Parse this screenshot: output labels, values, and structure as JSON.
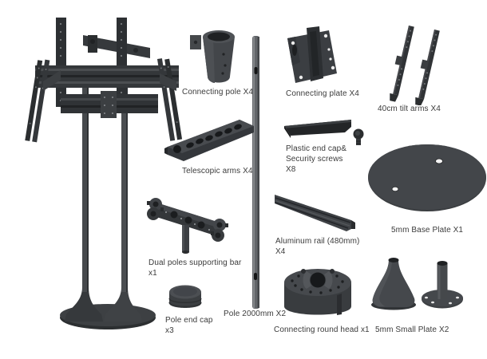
{
  "image_type": "product parts diagram",
  "colors": {
    "background": "#ffffff",
    "part_dark": "#2d3033",
    "part_mid": "#3b3e41",
    "part_light": "#54575a",
    "pole_gray": "#63666a",
    "text": "#3b3b3b"
  },
  "parts": {
    "connecting_pole": {
      "label": "Connecting pole X4"
    },
    "connecting_plate": {
      "label": "Connecting plate X4"
    },
    "tilt_arms": {
      "label": "40cm tilt arms X4"
    },
    "telescopic_arms": {
      "label": "Telescopic arms X4"
    },
    "plastic_end_cap": {
      "lines": [
        "Plastic end cap&",
        "Security screws",
        "X8"
      ]
    },
    "base_plate": {
      "label": "5mm Base Plate X1"
    },
    "dual_poles_bar": {
      "lines": [
        "Dual poles supporting bar",
        "x1"
      ]
    },
    "aluminum_rail": {
      "lines": [
        "Aluminum rail (480mm)",
        "X4"
      ]
    },
    "pole_end_cap": {
      "lines": [
        "Pole end cap",
        "x3"
      ]
    },
    "pole": {
      "label": "Pole 2000mm X2"
    },
    "round_head": {
      "label": "Connecting round head x1"
    },
    "small_plate": {
      "label": "5mm Small Plate X2"
    }
  }
}
